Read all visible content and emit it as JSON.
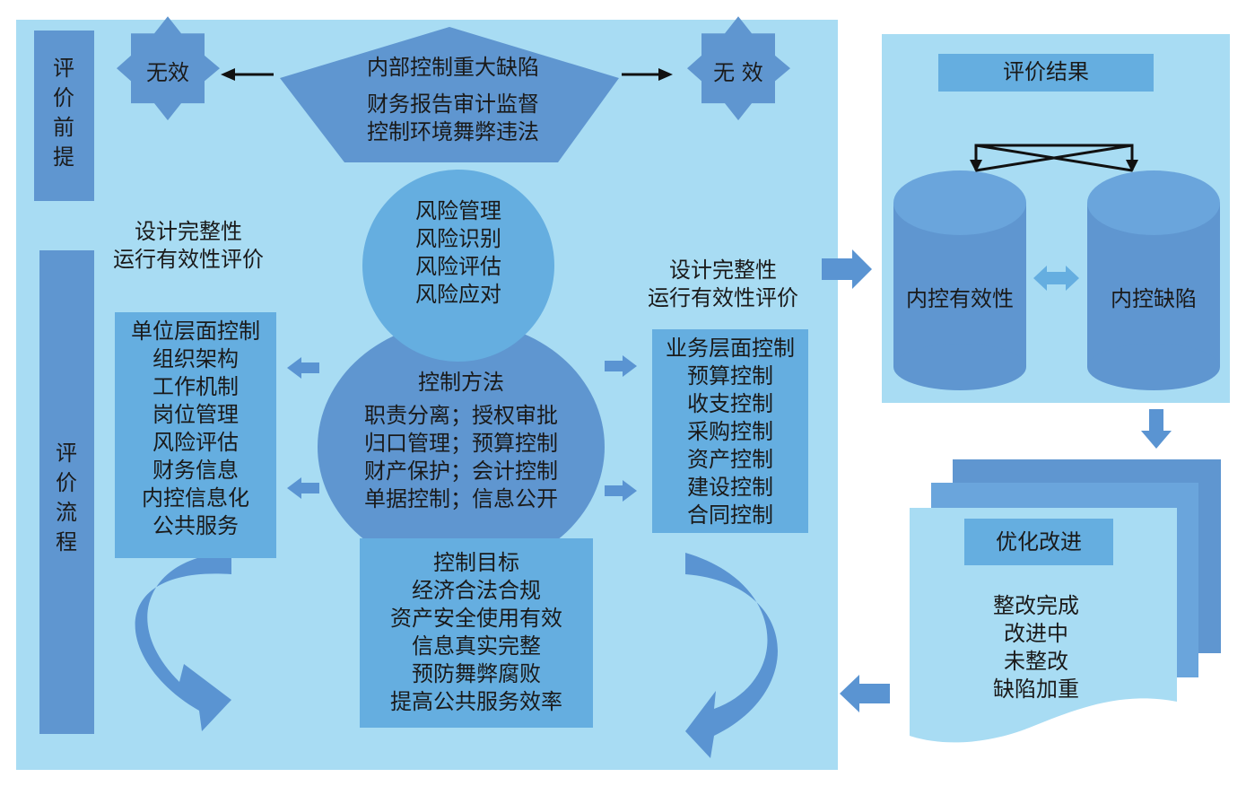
{
  "prereq": {
    "bar_label": "评价前提",
    "left_tag": "无效",
    "right_tag": "无 效",
    "pentagon": [
      "内部控制重大缺陷",
      "财务报告审计监督",
      "控制环境舞弊违法"
    ]
  },
  "process": {
    "bar_label": "评价流程",
    "left_caption": [
      "设计完整性",
      "运行有效性评价"
    ],
    "right_caption": [
      "设计完整性",
      "运行有效性评价"
    ],
    "risk_circle": [
      "风险管理",
      "风险识别",
      "风险评估",
      "风险应对"
    ],
    "method_circle": [
      "控制方法",
      "职责分离；授权审批",
      "归口管理；预算控制",
      "财产保护；会计控制",
      "单据控制；信息公开"
    ],
    "unit_box": [
      "单位层面控制",
      "组织架构",
      "工作机制",
      "岗位管理",
      "风险评估",
      "财务信息",
      "内控信息化",
      "公共服务"
    ],
    "business_box": [
      "业务层面控制",
      "预算控制",
      "收支控制",
      "采购控制",
      "资产控制",
      "建设控制",
      "合同控制"
    ],
    "objective_box": [
      "控制目标",
      "经济合法合规",
      "资产安全使用有效",
      "信息真实完整",
      "预防舞弊腐败",
      "提高公共服务效率"
    ]
  },
  "results": {
    "title": "评价结果",
    "left_cylinder": "内控有效性",
    "right_cylinder": "内控缺陷"
  },
  "improve": {
    "title": "优化改进",
    "items": [
      "整改完成",
      "改进中",
      "未整改",
      "缺陷加重"
    ]
  },
  "colors": {
    "panel": "#a8dcf3",
    "dark_blue": "#5f96d0",
    "mid_blue": "#65aee0",
    "arrow": "#5a94d2"
  }
}
